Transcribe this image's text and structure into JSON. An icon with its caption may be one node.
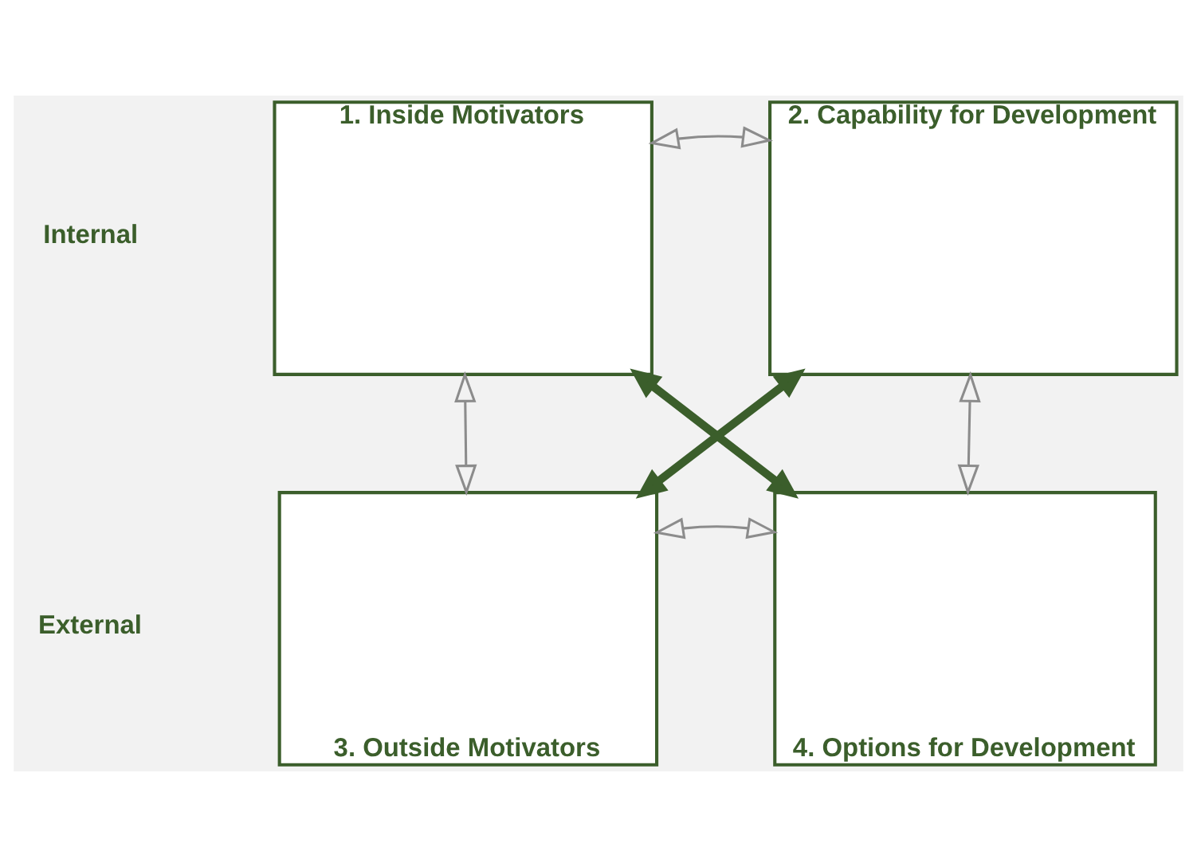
{
  "diagram": {
    "nodes": [
      {
        "text": [
          "1. Inside Motivators"
        ]
      },
      {
        "text": [
          "2. Capability for Development"
        ]
      },
      {
        "text": [
          "3. Outside Motivators"
        ]
      },
      {
        "text": [
          "4. Options for Development"
        ]
      }
    ],
    "edges": [
      {
        "from": 0,
        "to": 1,
        "arrow": "both"
      },
      {
        "from": 0,
        "to": 2,
        "arrow": "both"
      },
      {
        "from": 1,
        "to": 3,
        "arrow": "both"
      },
      {
        "from": 2,
        "to": 3,
        "arrow": "both"
      },
      {
        "from": 0,
        "to": 3,
        "arrow": "both",
        "style": "thick",
        "color": "#3b5e2b"
      },
      {
        "from": 1,
        "to": 2,
        "arrow": "both",
        "style": "thick",
        "color": "#3b5e2b"
      }
    ],
    "labels": [
      "Internal",
      "External"
    ]
  }
}
